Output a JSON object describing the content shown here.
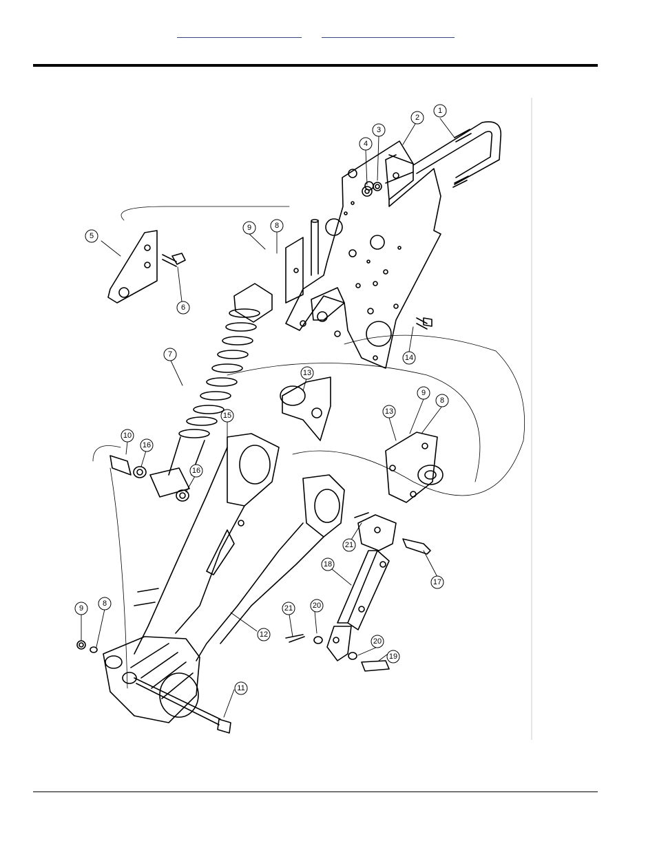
{
  "nav": {
    "link1": "",
    "link2": ""
  },
  "callouts": [
    {
      "n": "1"
    },
    {
      "n": "2"
    },
    {
      "n": "3"
    },
    {
      "n": "4"
    },
    {
      "n": "5"
    },
    {
      "n": "6"
    },
    {
      "n": "7"
    },
    {
      "n": "8"
    },
    {
      "n": "9"
    },
    {
      "n": "10"
    },
    {
      "n": "11"
    },
    {
      "n": "12"
    },
    {
      "n": "13"
    },
    {
      "n": "14"
    },
    {
      "n": "15"
    },
    {
      "n": "16"
    },
    {
      "n": "17"
    },
    {
      "n": "18"
    },
    {
      "n": "19"
    },
    {
      "n": "20"
    },
    {
      "n": "21"
    }
  ]
}
